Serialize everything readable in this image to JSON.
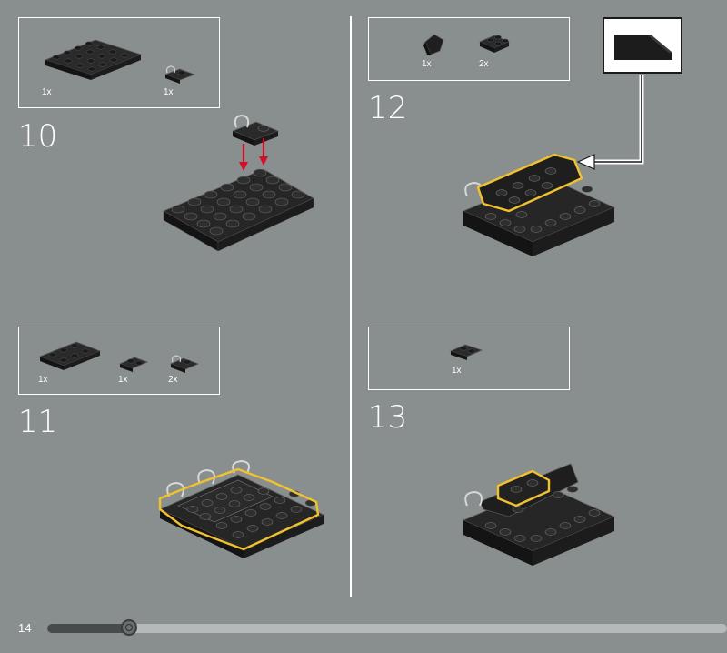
{
  "page": {
    "page_number": "14",
    "progress": 0.12
  },
  "steps": [
    {
      "number": "10",
      "parts": [
        {
          "qty": "1x",
          "icon": "plate-4x6-icon"
        },
        {
          "qty": "1x",
          "icon": "clip-plate-icon"
        }
      ]
    },
    {
      "number": "11",
      "parts": [
        {
          "qty": "1x",
          "icon": "plate-2x4-icon"
        },
        {
          "qty": "1x",
          "icon": "plate-1x2-icon"
        },
        {
          "qty": "2x",
          "icon": "clip-plate-icon"
        }
      ]
    },
    {
      "number": "12",
      "parts": [
        {
          "qty": "1x",
          "icon": "slope-tile-icon"
        },
        {
          "qty": "2x",
          "icon": "plate-2x2-icon"
        }
      ]
    },
    {
      "number": "13",
      "parts": [
        {
          "qty": "1x",
          "icon": "plate-1x2-icon"
        }
      ]
    }
  ],
  "colors": {
    "background": "#898e8f",
    "brick": "#1e1e1e",
    "highlight": "#f2c12e",
    "arrow": "#d0102a",
    "divider": "#ffffff"
  }
}
